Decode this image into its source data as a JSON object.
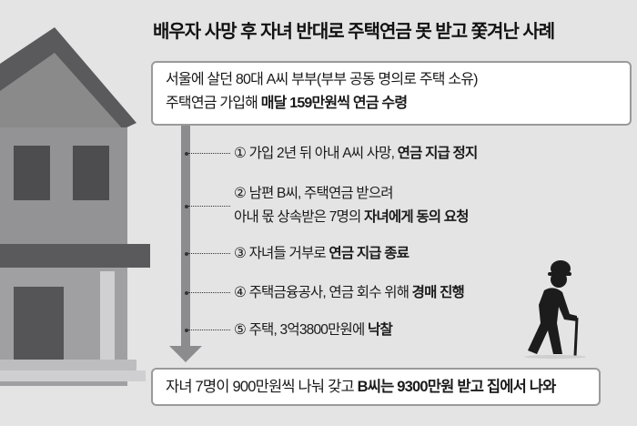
{
  "title": "배우자 사망 후 자녀 반대로 주택연금 못 받고 쫓겨난 사례",
  "intro": {
    "line1": "서울에 살던 80대 A씨 부부(부부 공동 명의로 주택 소유)",
    "line2_normal": "주택연금 가입해 ",
    "line2_bold": "매달 159만원씩 연금 수령"
  },
  "steps": [
    {
      "normal": "① 가입 2년 뒤 아내 A씨 사망, ",
      "bold": "연금 지급 정지"
    },
    {
      "line1": "② 남편 B씨, 주택연금 받으려",
      "normal": "아내 몫 상속받은 7명의 ",
      "bold": "자녀에게 동의 요청"
    },
    {
      "normal": "③ 자녀들 거부로 ",
      "bold": "연금 지급 종료"
    },
    {
      "normal": "④ 주택금융공사, 연금 회수 위해 ",
      "bold": "경매 진행"
    },
    {
      "normal": "⑤ 주택, 3억3800만원에 ",
      "bold": "낙찰"
    }
  ],
  "result": {
    "normal": "자녀 7명이 900만원씩 나눠 갖고 ",
    "bold": "B씨는 9300만원 받고 집에서 나와"
  }
}
